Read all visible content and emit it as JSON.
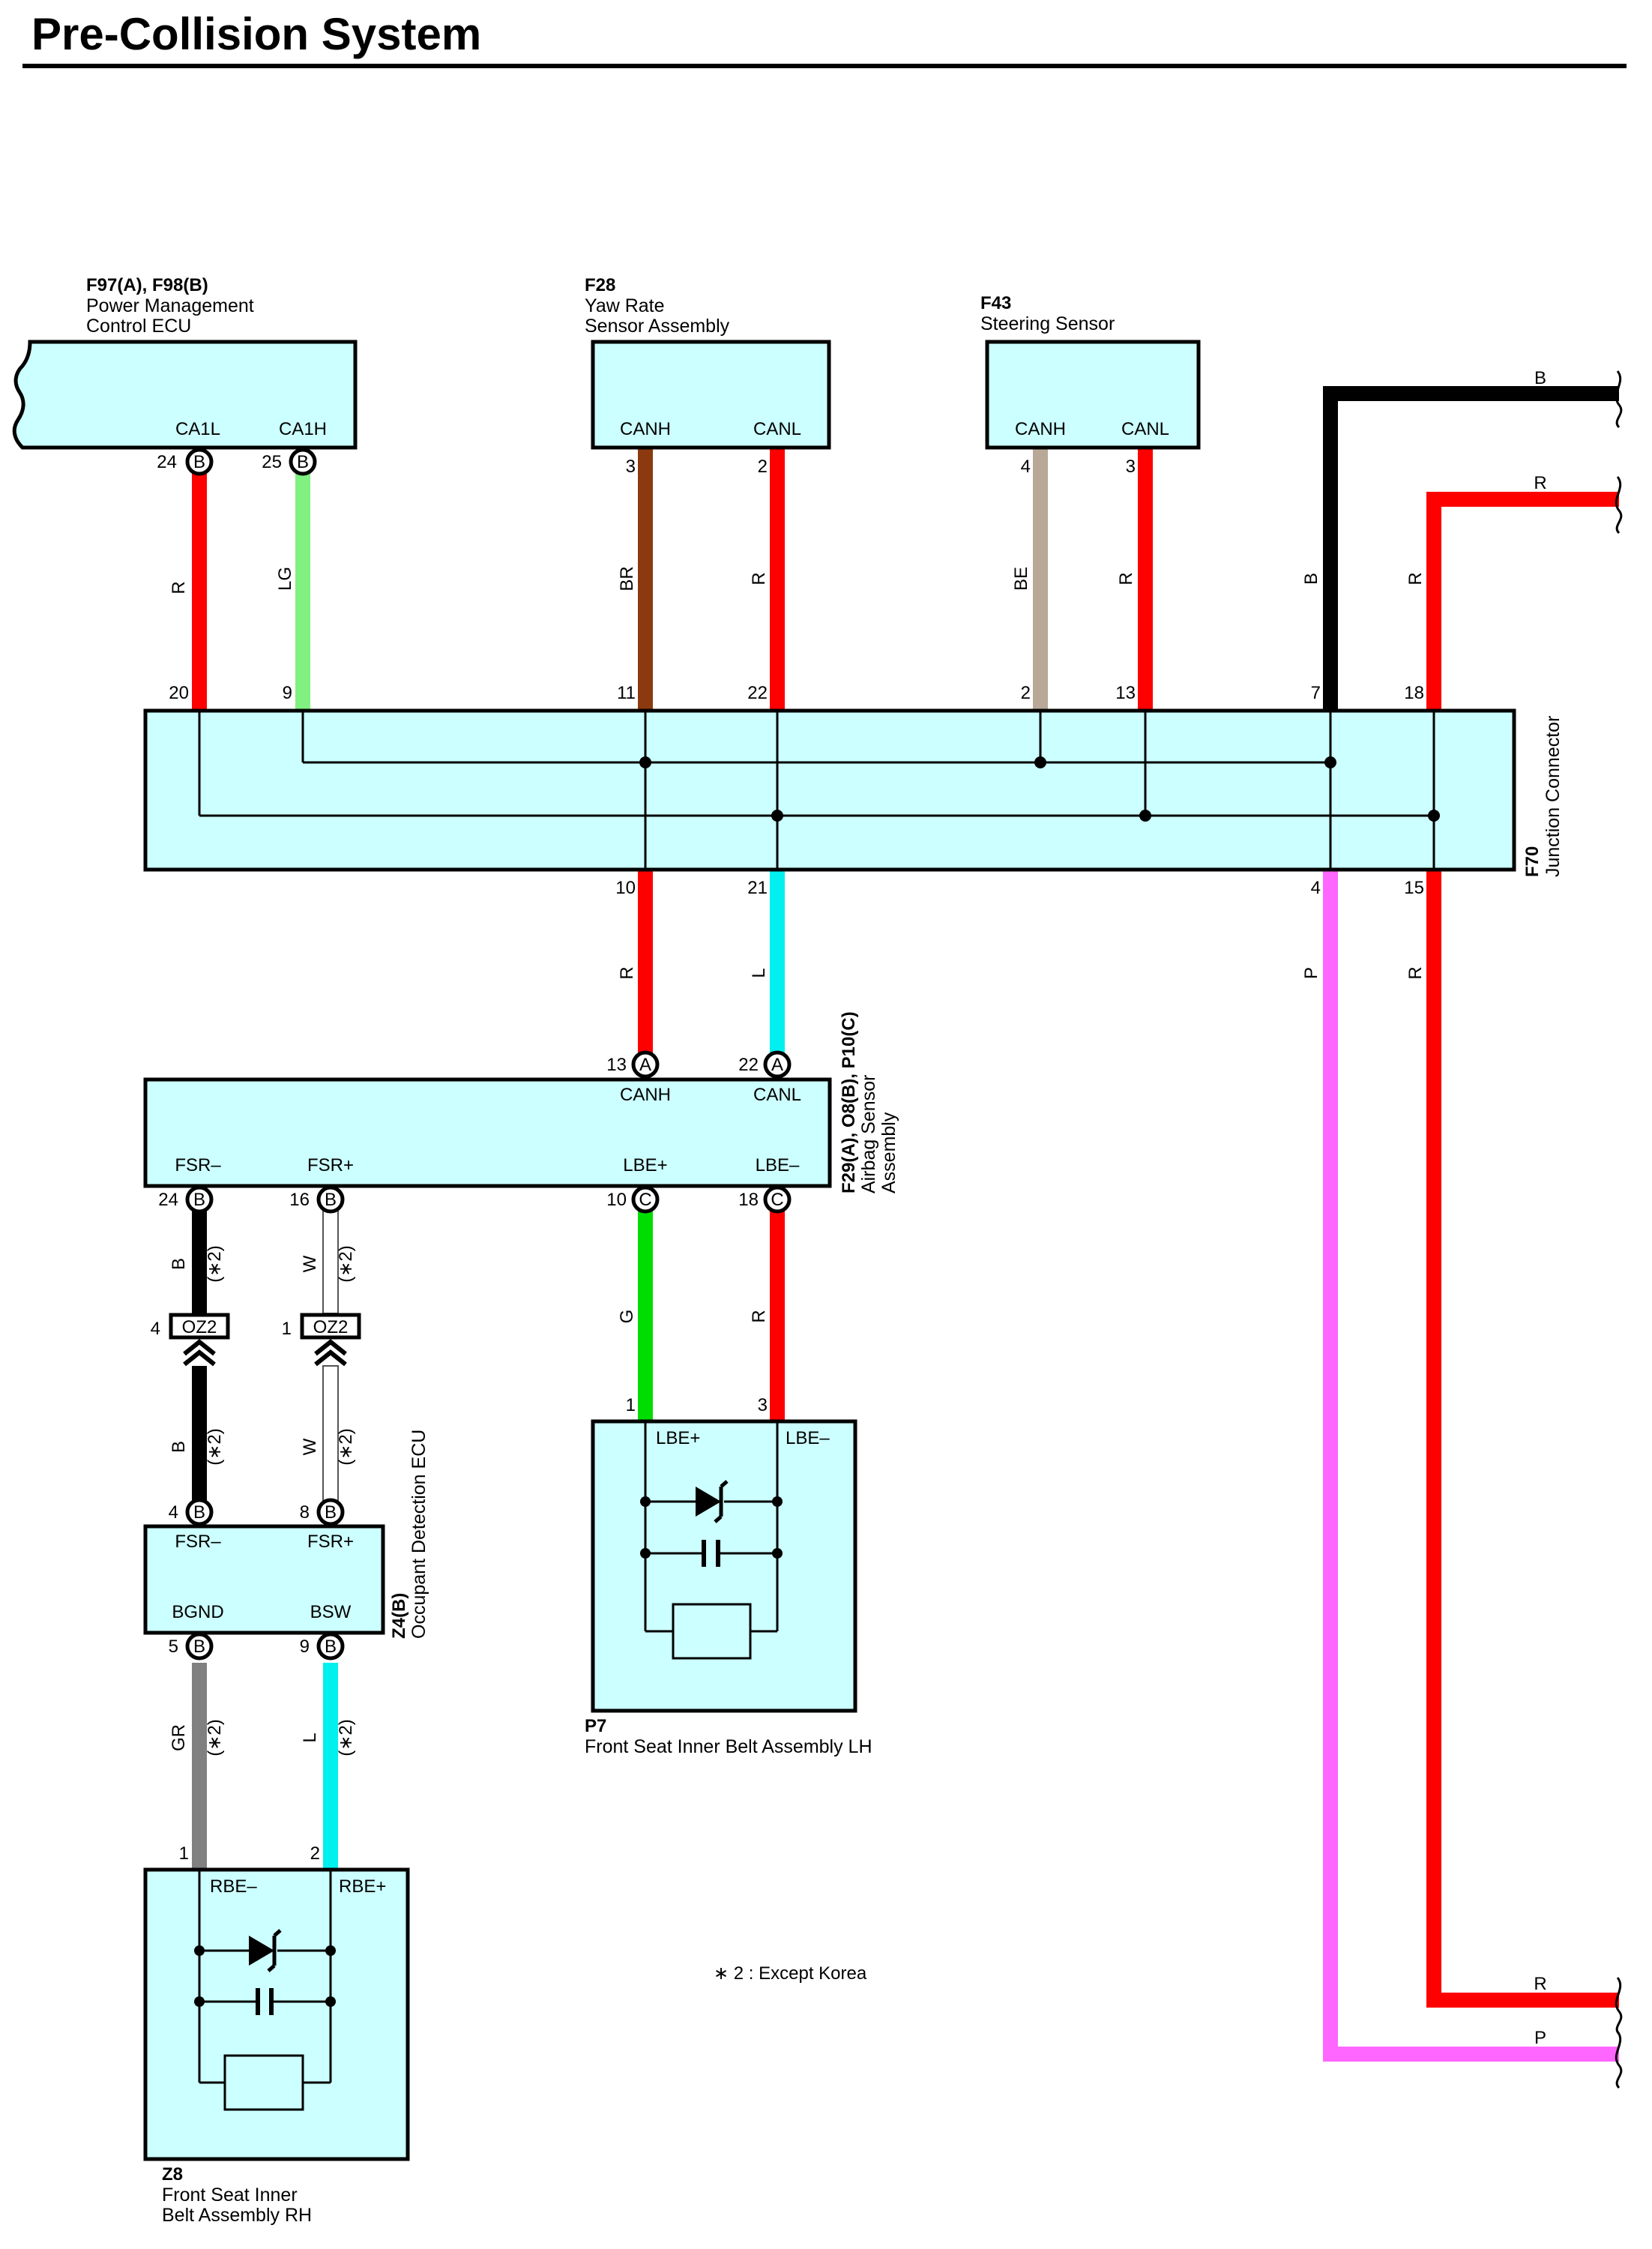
{
  "title": "Pre-Collision System",
  "colors": {
    "R": "#ff0000",
    "LG": "#80f080",
    "BR": "#8b3a0f",
    "BE": "#b8a898",
    "B": "#000000",
    "L": "#00f0f0",
    "P": "#ff66ff",
    "G": "#00dd00",
    "W": "#ffffff",
    "GR": "#808080",
    "box_fill": "#ccffff"
  },
  "components": {
    "pmc": {
      "code": "F97(A), F98(B)",
      "name_lines": [
        "Power Management",
        "Control ECU"
      ],
      "pins": [
        "CA1L",
        "CA1H"
      ]
    },
    "yaw": {
      "code": "F28",
      "name_lines": [
        "Yaw Rate",
        "Sensor Assembly"
      ],
      "pins": [
        "CANH",
        "CANL"
      ]
    },
    "steer": {
      "code": "F43",
      "name_lines": [
        "Steering Sensor"
      ],
      "pins": [
        "CANH",
        "CANL"
      ]
    },
    "jc": {
      "code": "F70",
      "name": "Junction Connector"
    },
    "airbag": {
      "code": "F29(A), O8(B), P10(C)",
      "name_lines": [
        "Airbag Sensor",
        "Assembly"
      ],
      "pins": [
        "CANH",
        "CANL",
        "FSR–",
        "FSR+",
        "LBE+",
        "LBE–"
      ]
    },
    "occ": {
      "code": "Z4(B)",
      "name": "Occupant Detection ECU",
      "pins": [
        "FSR–",
        "FSR+",
        "BGND",
        "BSW"
      ]
    },
    "belt_lh": {
      "code": "P7",
      "name": "Front Seat Inner Belt Assembly LH",
      "pins": [
        "LBE+",
        "LBE–"
      ]
    },
    "belt_rh": {
      "code": "Z8",
      "name_lines": [
        "Front Seat Inner",
        "Belt Assembly RH"
      ],
      "pins": [
        "RBE–",
        "RBE+"
      ]
    }
  },
  "connector_oz2": "OZ2",
  "pin_numbers": {
    "pmc": [
      "24",
      "25"
    ],
    "pmc_letter": "B",
    "yaw": [
      "3",
      "2"
    ],
    "steer": [
      "4",
      "3"
    ],
    "jc_top": [
      "20",
      "9",
      "11",
      "22",
      "2",
      "13",
      "7",
      "18"
    ],
    "jc_bottom": [
      "10",
      "21",
      "4",
      "15"
    ],
    "airbag_top": [
      "13",
      "22"
    ],
    "airbag_top_letter": "A",
    "airbag_bottom": [
      "24",
      "16",
      "10",
      "18"
    ],
    "airbag_bottom_letters": [
      "B",
      "B",
      "C",
      "C"
    ],
    "oz2": [
      "4",
      "1"
    ],
    "occ_top": [
      "4",
      "8"
    ],
    "occ_bottom": [
      "5",
      "9"
    ],
    "occ_letter": "B",
    "belt_lh": [
      "1",
      "3"
    ],
    "belt_rh": [
      "1",
      "2"
    ]
  },
  "wires": {
    "top": [
      "R",
      "LG",
      "BR",
      "R",
      "BE",
      "R",
      "B",
      "R"
    ],
    "jc_bottom": [
      "R",
      "L",
      "P",
      "R"
    ],
    "airbag_down": [
      "B",
      "W",
      "G",
      "R"
    ],
    "oz2_down": [
      "B",
      "W"
    ],
    "occ_down": [
      "GR",
      "L"
    ],
    "right_edge": [
      "B",
      "R",
      "R",
      "P"
    ]
  },
  "note_marker": "(∗2)",
  "note": "∗ 2 : Except Korea"
}
